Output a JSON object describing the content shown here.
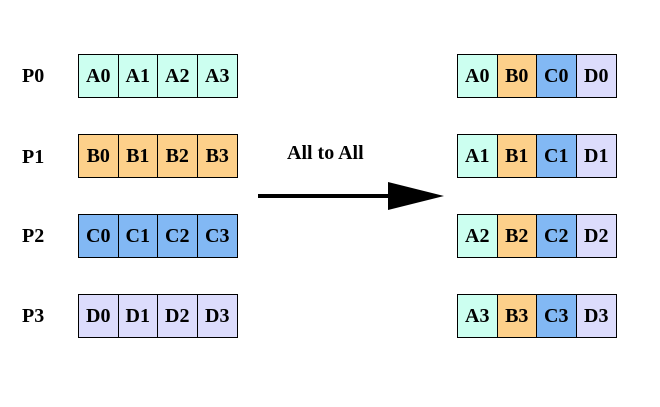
{
  "colors": {
    "A": "#ccfff0",
    "B": "#fdd08a",
    "C": "#82b8f4",
    "D": "#dcdcfc"
  },
  "processes": [
    "P0",
    "P1",
    "P2",
    "P3"
  ],
  "arrow_label": "All to All",
  "before": [
    [
      {
        "t": "A0",
        "g": "A"
      },
      {
        "t": "A1",
        "g": "A"
      },
      {
        "t": "A2",
        "g": "A"
      },
      {
        "t": "A3",
        "g": "A"
      }
    ],
    [
      {
        "t": "B0",
        "g": "B"
      },
      {
        "t": "B1",
        "g": "B"
      },
      {
        "t": "B2",
        "g": "B"
      },
      {
        "t": "B3",
        "g": "B"
      }
    ],
    [
      {
        "t": "C0",
        "g": "C"
      },
      {
        "t": "C1",
        "g": "C"
      },
      {
        "t": "C2",
        "g": "C"
      },
      {
        "t": "C3",
        "g": "C"
      }
    ],
    [
      {
        "t": "D0",
        "g": "D"
      },
      {
        "t": "D1",
        "g": "D"
      },
      {
        "t": "D2",
        "g": "D"
      },
      {
        "t": "D3",
        "g": "D"
      }
    ]
  ],
  "after": [
    [
      {
        "t": "A0",
        "g": "A"
      },
      {
        "t": "B0",
        "g": "B"
      },
      {
        "t": "C0",
        "g": "C"
      },
      {
        "t": "D0",
        "g": "D"
      }
    ],
    [
      {
        "t": "A1",
        "g": "A"
      },
      {
        "t": "B1",
        "g": "B"
      },
      {
        "t": "C1",
        "g": "C"
      },
      {
        "t": "D1",
        "g": "D"
      }
    ],
    [
      {
        "t": "A2",
        "g": "A"
      },
      {
        "t": "B2",
        "g": "B"
      },
      {
        "t": "C2",
        "g": "C"
      },
      {
        "t": "D2",
        "g": "D"
      }
    ],
    [
      {
        "t": "A3",
        "g": "A"
      },
      {
        "t": "B3",
        "g": "B"
      },
      {
        "t": "C3",
        "g": "C"
      },
      {
        "t": "D3",
        "g": "D"
      }
    ]
  ]
}
